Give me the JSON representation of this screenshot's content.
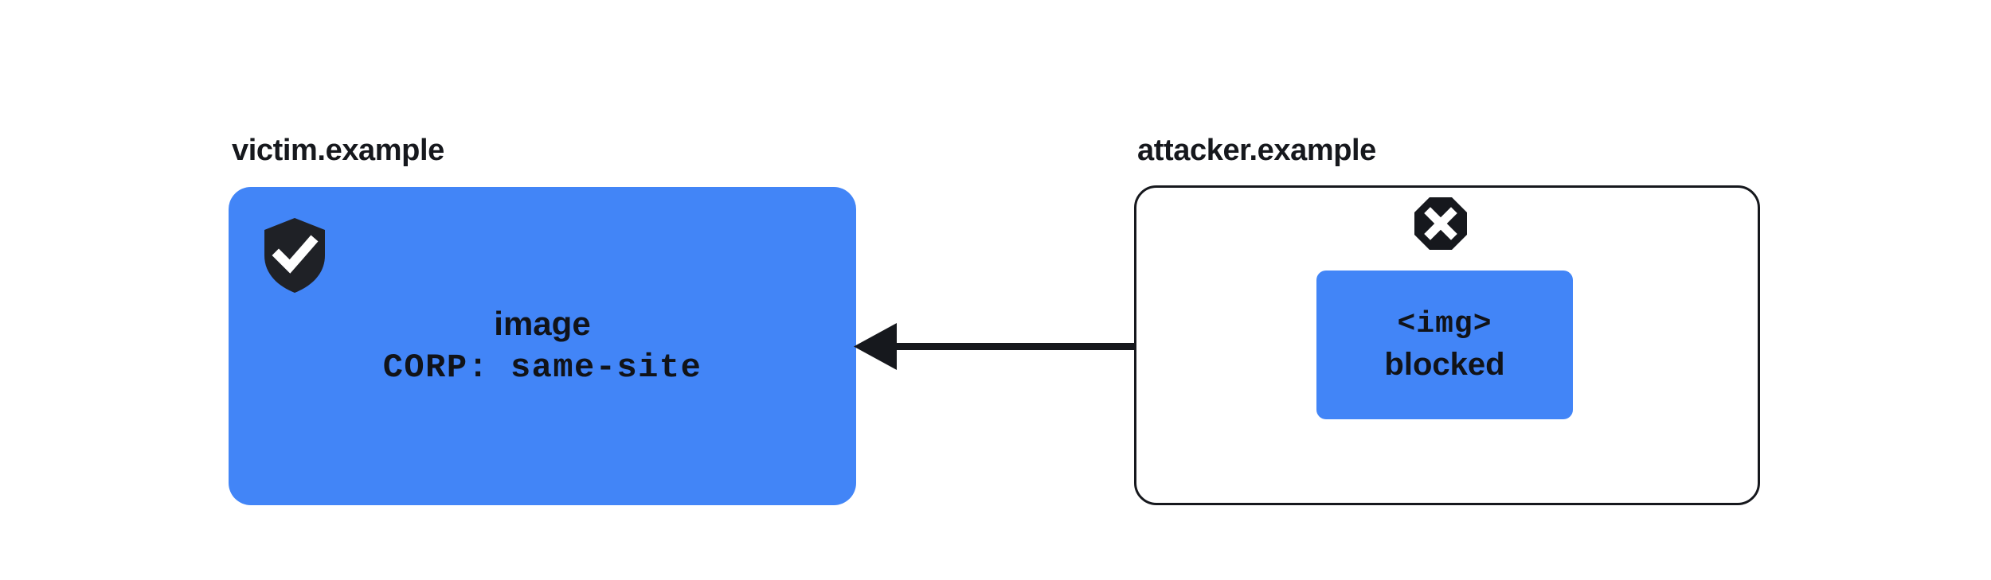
{
  "diagram": {
    "title": "Cross-Origin Resource Policy same-site blocking",
    "background_color": "#ffffff",
    "accent_color": "#4285f7",
    "ink_color": "#16181d"
  },
  "victim": {
    "origin_label": "victim.example",
    "shield_icon": "shield-check-icon",
    "shield_icon_color": "#1f2126",
    "resource": {
      "name": "image",
      "header": "CORP: same-site",
      "fill_color": "#4285f7"
    }
  },
  "attacker": {
    "origin_label": "attacker.example",
    "panel_border_color": "#16181d",
    "block_icon": "octagon-x-icon",
    "block_icon_color": "#16181d",
    "element": {
      "tag": "<img>",
      "status": "blocked",
      "fill_color": "#4285f7"
    }
  },
  "connection": {
    "icon": "left-arrow-icon",
    "direction": "right-to-left",
    "label": "",
    "stroke_color": "#16181d"
  }
}
